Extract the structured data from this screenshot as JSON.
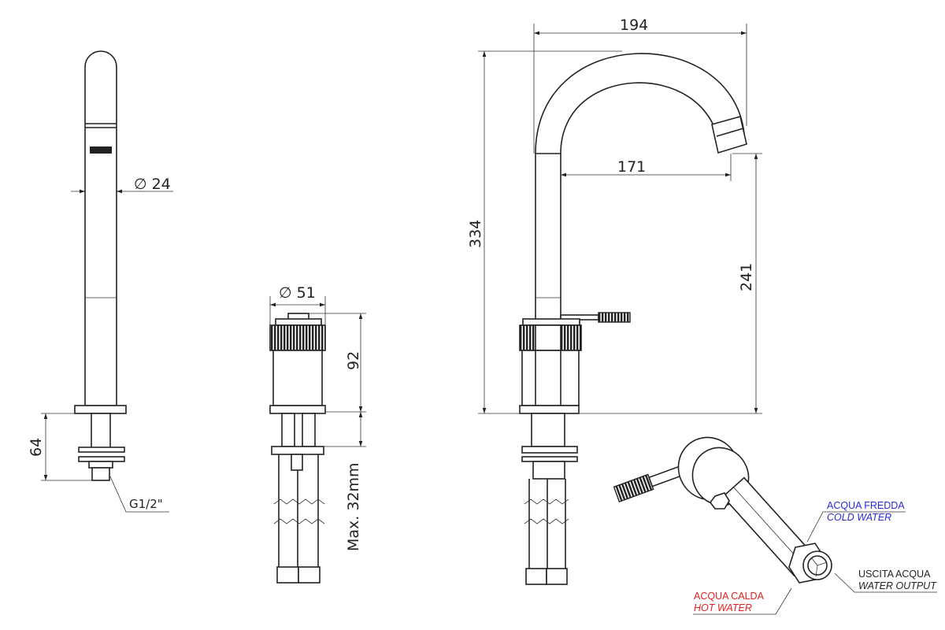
{
  "dimensions": {
    "spout_width": "194",
    "spout_reach": "171",
    "total_height": "334",
    "spout_height": "241",
    "spout_diameter": "∅ 24",
    "body_diameter": "∅ 51",
    "body_height": "92",
    "max_thickness": "Max. 32mm",
    "shank_length": "64",
    "thread": "G1/2\""
  },
  "labels": {
    "cold": {
      "it": "ACQUA FREDDA",
      "en": "COLD WATER",
      "color": "#2a2ad8"
    },
    "hot": {
      "it": "ACQUA CALDA",
      "en": "HOT WATER",
      "color": "#e0201c"
    },
    "output": {
      "it": "USCITA ACQUA",
      "en": "WATER OUTPUT",
      "color": "#222222"
    }
  }
}
